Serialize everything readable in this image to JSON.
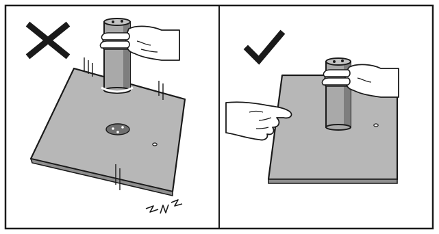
{
  "panels": [
    {
      "id": "incorrect",
      "mark_icon": "cross-icon",
      "description_icon": "stand-base-impact"
    },
    {
      "id": "correct",
      "mark_icon": "checkmark-icon",
      "description_icon": "stand-base-held-level"
    }
  ],
  "colors": {
    "outline": "#1a1a1a",
    "base_plate": "#b7b7b7",
    "base_plate_side": "#8f8f8f",
    "pole": "#a9a9a9",
    "pole_dark": "#7e7e7e",
    "skin": "#ffffff",
    "background": "#ffffff"
  }
}
